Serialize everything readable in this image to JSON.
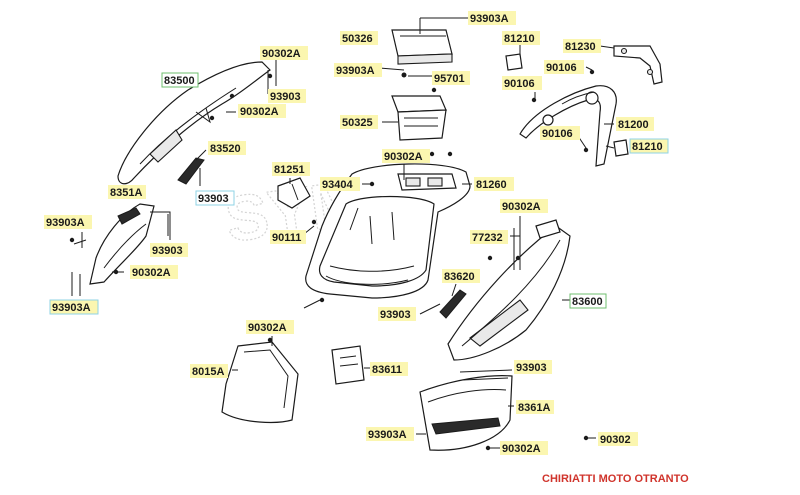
{
  "diagram": {
    "watermark": "SYM",
    "credit_text": "CHIRIATTI MOTO OTRANTO",
    "colors": {
      "label_highlight": "#fbf6b0",
      "box_cyan": "#8fd3e6",
      "box_green": "#6fbf6f",
      "credit": "#d0342c"
    },
    "labels": [
      {
        "id": "l1",
        "text": "93903A"
      },
      {
        "id": "l2",
        "text": "50326"
      },
      {
        "id": "l3",
        "text": "93903A"
      },
      {
        "id": "l4",
        "text": "95701"
      },
      {
        "id": "l5",
        "text": "81210"
      },
      {
        "id": "l6",
        "text": "81230"
      },
      {
        "id": "l7",
        "text": "90106"
      },
      {
        "id": "l8",
        "text": "90106"
      },
      {
        "id": "l9",
        "text": "90302A"
      },
      {
        "id": "l10",
        "text": "83500"
      },
      {
        "id": "l11",
        "text": "93903"
      },
      {
        "id": "l12",
        "text": "90302A"
      },
      {
        "id": "l13",
        "text": "50325"
      },
      {
        "id": "l14",
        "text": "81200"
      },
      {
        "id": "l15",
        "text": "90106"
      },
      {
        "id": "l16",
        "text": "81210"
      },
      {
        "id": "l17",
        "text": "83520"
      },
      {
        "id": "l18",
        "text": "90302A"
      },
      {
        "id": "l19",
        "text": "81251"
      },
      {
        "id": "l20",
        "text": "93404"
      },
      {
        "id": "l21",
        "text": "81260"
      },
      {
        "id": "l22",
        "text": "8351A"
      },
      {
        "id": "l23",
        "text": "93903"
      },
      {
        "id": "l24",
        "text": "90302A"
      },
      {
        "id": "l25",
        "text": "93903A"
      },
      {
        "id": "l26",
        "text": "90111"
      },
      {
        "id": "l27",
        "text": "77232"
      },
      {
        "id": "l28",
        "text": "93903"
      },
      {
        "id": "l29",
        "text": "90302A"
      },
      {
        "id": "l30",
        "text": "83620"
      },
      {
        "id": "l31",
        "text": "93903A"
      },
      {
        "id": "l32",
        "text": "83600"
      },
      {
        "id": "l33",
        "text": "93903"
      },
      {
        "id": "l34",
        "text": "90302A"
      },
      {
        "id": "l35",
        "text": "8015A"
      },
      {
        "id": "l36",
        "text": "83611"
      },
      {
        "id": "l37",
        "text": "93903"
      },
      {
        "id": "l38",
        "text": "8361A"
      },
      {
        "id": "l39",
        "text": "93903A"
      },
      {
        "id": "l40",
        "text": "90302A"
      },
      {
        "id": "l41",
        "text": "90302"
      }
    ]
  }
}
